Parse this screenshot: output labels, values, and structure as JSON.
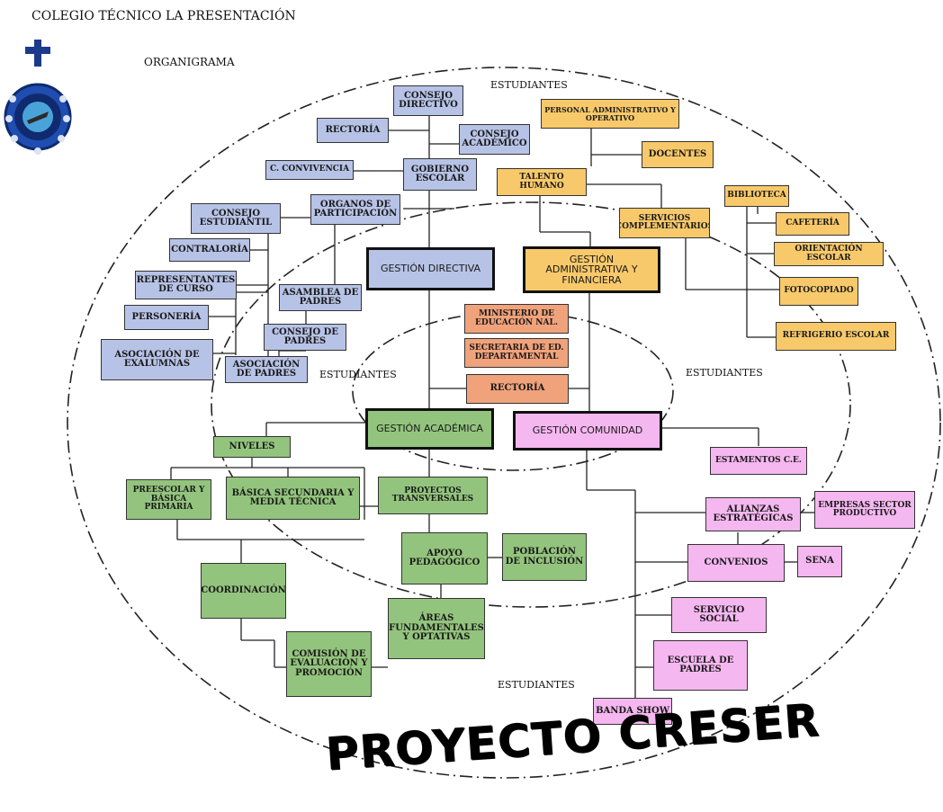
{
  "header": {
    "school": "COLEGIO TÉCNICO LA PRESENTACIÓN",
    "subtitle": "ORGANIGRAMA"
  },
  "ring_labels": {
    "top": "ESTUDIANTES",
    "middle_left": "ESTUDIANTES",
    "middle_right": "ESTUDIANTES",
    "bottom": "ESTUDIANTES"
  },
  "nodes": {
    "consejo_directivo": "CONSEJO DIRECTIVO",
    "rectoria_top": "RECTORÍA",
    "consejo_academico": "CONSEJO ACADÉMICO",
    "c_convivencia": "C. CONVIVENCIA",
    "gobierno_escolar": "GOBIERNO ESCOLAR",
    "organos_participacion": "ORGANOS DE PARTICIPACIÓN",
    "consejo_estudiantil": "CONSEJO ESTUDIANTIL",
    "contraloria": "CONTRALORÍA",
    "representantes_curso": "REPRESENTANTES DE CURSO",
    "personeria": "PERSONERÍA",
    "asociacion_exalumnas": "ASOCIACIÓN DE EXALUMNAS",
    "asamblea_padres": "ASAMBLEA DE PADRES",
    "consejo_padres": "CONSEJO DE PADRES",
    "asociacion_padres": "ASOCIACIÓN DE PADRES",
    "gestion_directiva": "GESTIÓN DIRECTIVA",
    "personal_admin": "PERSONAL ADMINISTRATIVO Y OPERATIVO",
    "docentes": "DOCENTES",
    "talento_humano": "TALENTO HUMANO",
    "servicios_complementarios": "SERVICIOS COMPLEMENTARIOS",
    "biblioteca": "BIBLIOTECA",
    "cafeteria": "CAFETERÍA",
    "orientacion_escolar": "ORIENTACIÓN ESCOLAR",
    "fotocopiado": "FOTOCOPIADO",
    "refrigerio_escolar": "REFRIGERIO ESCOLAR",
    "gestion_administrativa": "GESTIÓN ADMINISTRATIVA Y FINANCIERA",
    "ministerio": "MINISTERIO DE EDUCACIÓN NAL.",
    "secretaria": "SECRETARIA DE ED. DEPARTAMENTAL",
    "rectoria_center": "RECTORÍA",
    "gestion_academica": "GESTIÓN ACADÉMICA",
    "gestion_comunidad": "GESTIÓN COMUNIDAD",
    "niveles": "NIVELES",
    "preescolar": "PREESCOLAR Y BÁSICA PRIMARIA",
    "basica_secundaria": "BÁSICA SECUNDARIA Y MEDIA TÉCNICA",
    "proyectos_transversales": "PROYECTOS TRANSVERSALES",
    "apoyo_pedagogico": "APOYO PEDAGÓGICO",
    "poblacion_inclusion": "POBLACIÓN DE INCLUSIÓN",
    "coordinacion": "COORDINACIÓN",
    "areas_fundamentales": "ÁREAS FUNDAMENTALES Y OPTATIVAS",
    "comision_evaluacion": "COMISIÓN DE EVALUACIÓN Y PROMOCIÓN",
    "estamentos": "ESTAMENTOS C.E.",
    "alianzas": "ALIANZAS ESTRATÉGICAS",
    "empresas": "EMPRESAS SECTOR PRODUCTIVO",
    "convenios": "CONVENIOS",
    "sena": "SENA",
    "servicio_social": "SERVICIO SOCIAL",
    "escuela_padres": "ESCUELA DE PADRES",
    "banda_show": "BANDA SHOW"
  },
  "footer": "PROYECTO CRESER",
  "colors": {
    "blue": "#b7c3e6",
    "orange": "#f8c96a",
    "salmon": "#f0a27a",
    "green": "#93c47d",
    "pink": "#f5b7f0"
  }
}
